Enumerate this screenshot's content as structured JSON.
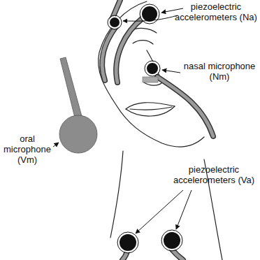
{
  "diagram": {
    "labels": [
      "piezoelectric accelerometers (Na)",
      "nasal microphone (Nm)",
      "oral microphone (Vm)",
      "piezoelectric accelerometers (Va)"
    ]
  }
}
